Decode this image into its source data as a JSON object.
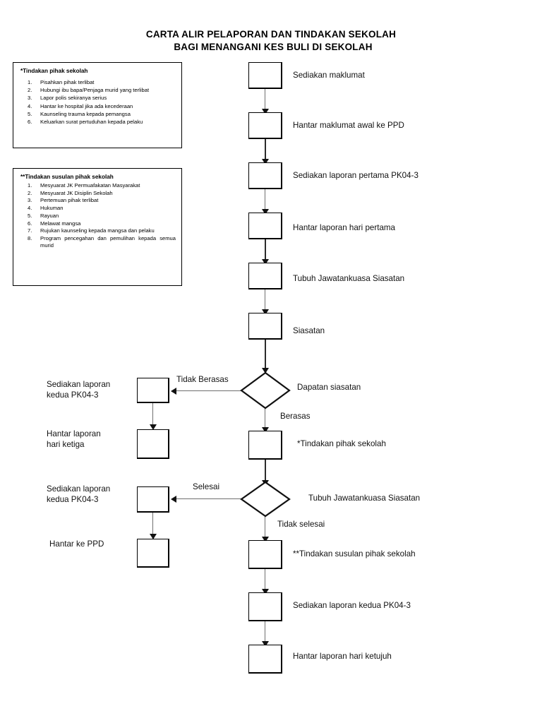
{
  "title": {
    "line1": "CARTA ALIR PELAPORAN DAN TINDAKAN SEKOLAH",
    "line2": "BAGI MENANGANI KES BULI DI  SEKOLAH"
  },
  "note_boxes": [
    {
      "id": "tindakan-pihak-sekolah",
      "heading": "*Tindakan pihak sekolah",
      "items": [
        {
          "num": "1.",
          "text": "Pisahkan pihak terlibat"
        },
        {
          "num": "2.",
          "text": "Hubungi ibu bapa/Penjaga murid yang terlibat"
        },
        {
          "num": "3.",
          "text": "Lapor polis sekiranya serius"
        },
        {
          "num": "4.",
          "text": "Hantar ke hospital jika ada kecederaan"
        },
        {
          "num": "5.",
          "text": "Kaunseling trauma kepada pemangsa"
        },
        {
          "num": "6.",
          "text": "Keluarkan surat pertuduhan kepada pelaku"
        }
      ]
    },
    {
      "id": "tindakan-susulan-pihak-sekolah",
      "heading": "**Tindakan susulan pihak sekolah",
      "items": [
        {
          "num": "1.",
          "text": "Mesyuarat JK Permuafakatan Masyarakat"
        },
        {
          "num": "2.",
          "text": "Mesyuarat JK Disiplin Sekolah"
        },
        {
          "num": "3.",
          "text": "Pertemuan pihak terlibat"
        },
        {
          "num": "4.",
          "text": "Hukuman"
        },
        {
          "num": "5.",
          "text": "Rayuan"
        },
        {
          "num": "6.",
          "text": "Melawat mangsa"
        },
        {
          "num": "7.",
          "text": "Rujukan kaunseling kepada mangsa dan pelaku"
        },
        {
          "num": "8.",
          "text": "Program pencegahan dan pemulihan kepada semua murid"
        }
      ]
    }
  ],
  "flow": {
    "main_steps": [
      {
        "id": "sediakan-maklumat",
        "label": "Sediakan maklumat"
      },
      {
        "id": "hantar-maklumat-awal-ke-ppd",
        "label": "Hantar maklumat awal ke PPD"
      },
      {
        "id": "sediakan-laporan-pertama-pk04-3",
        "label": "Sediakan laporan pertama PK04-3"
      },
      {
        "id": "hantar-laporan-hari-pertama",
        "label": "Hantar laporan hari pertama"
      },
      {
        "id": "tubuh-jawatankuasa-siasatan",
        "label": "Tubuh Jawatankuasa Siasatan"
      },
      {
        "id": "siasatan",
        "label": "Siasatan"
      },
      {
        "id": "tindakan-pihak-sekolah-step",
        "label": "*Tindakan pihak sekolah"
      },
      {
        "id": "tindakan-susulan-pihak-sekolah-step",
        "label": "**Tindakan susulan pihak sekolah"
      },
      {
        "id": "sediakan-laporan-kedua-pk04-3-main",
        "label": "Sediakan laporan kedua PK04-3"
      },
      {
        "id": "hantar-laporan-hari-ketujuh",
        "label": "Hantar laporan hari ketujuh"
      }
    ],
    "decisions": [
      {
        "id": "dapatan-siasatan",
        "label": "Dapatan siasatan"
      },
      {
        "id": "tubuh-jawatankuasa-siasatan-decision",
        "label": "Tubuh Jawatankuasa Siasatan"
      }
    ],
    "edge_labels": {
      "tidak_berasas": "Tidak Berasas",
      "berasas": "Berasas",
      "selesai": "Selesai",
      "tidak_selesai": "Tidak selesai"
    },
    "branch_left_1": [
      {
        "id": "sediakan-laporan-kedua-pk04-3-b1",
        "label": "Sediakan laporan\nkedua PK04-3"
      },
      {
        "id": "hantar-laporan-hari-ketiga",
        "label": "Hantar laporan\nhari ketiga"
      }
    ],
    "branch_left_2": [
      {
        "id": "sediakan-laporan-kedua-pk04-3-b2",
        "label": "Sediakan laporan\nkedua PK04-3"
      },
      {
        "id": "hantar-ke-ppd",
        "label": "Hantar ke PPD"
      }
    ]
  },
  "colors": {
    "ink": "#000000",
    "connector": "#6f6f6f",
    "connector_dark": "#2b2b2b",
    "background": "#ffffff"
  }
}
